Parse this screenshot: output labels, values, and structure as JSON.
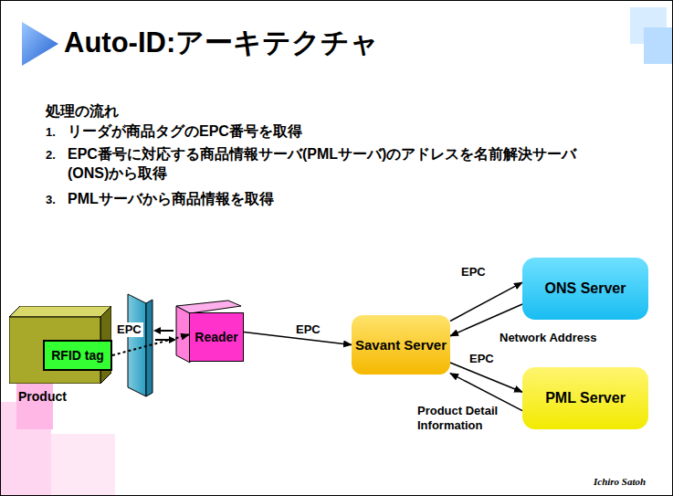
{
  "diagram": {
    "title": "Auto-ID:アーキテクチャ",
    "nodes": [
      {
        "text": [
          "Product"
        ]
      },
      {
        "text": [
          "RFID tag"
        ],
        "in": 0
      },
      {
        "text": [
          "Reader"
        ]
      },
      {
        "text": [
          "Savant Server"
        ]
      },
      {
        "text": [
          "ONS Server"
        ]
      },
      {
        "text": [
          "PML Server"
        ]
      }
    ],
    "edges": [
      {
        "from": 1,
        "to": 2,
        "label": "EPC",
        "arrow": "to"
      },
      {
        "from": 2,
        "to": 3,
        "label": "EPC",
        "arrow": "to"
      },
      {
        "from": 3,
        "to": 4,
        "label": "EPC",
        "arrow": "to"
      },
      {
        "from": 4,
        "to": 3,
        "label": "Network Address",
        "arrow": "to"
      },
      {
        "from": 3,
        "to": 5,
        "label": "EPC",
        "arrow": "to"
      },
      {
        "from": 5,
        "to": 3,
        "label": "Product Detail Information",
        "arrow": "to"
      }
    ],
    "labels": [
      "処理の流れ",
      "1.",
      "リーダが商品タグのEPC番号を取得",
      "2.",
      "EPC番号に対応する商品情報サーバ(PMLサーバ)のアドレスを名前解決サーバ(ONS)から取得",
      "3.",
      "PMLサーバから商品情報を取得",
      "Ichiro Satoh"
    ]
  }
}
